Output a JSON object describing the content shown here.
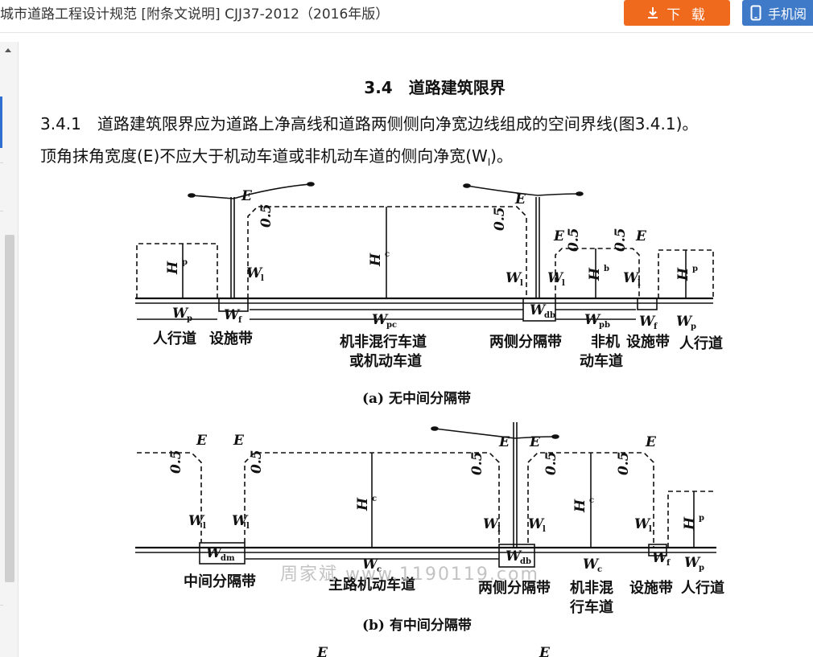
{
  "header": {
    "doc_title": "城市道路工程设计规范 [附条文说明] CJJ37-2012（2016年版）",
    "download_label": "下 载",
    "mobile_label": "手机阅"
  },
  "content": {
    "section_heading": "3.4　道路建筑限界",
    "para1": "3.4.1　道路建筑限界应为道路上净高线和道路两侧侧向净宽边线组成的空间界线(图3.4.1)。",
    "para2_prefix": "顶角抹角宽度(E)不应大于机动车道或非机动车道的侧向净宽(W",
    "para2_sub": "l",
    "para2_suffix": ")。"
  },
  "figure": {
    "caption_a": "(a) 无中间分隔带",
    "caption_b": "(b) 有中间分隔带",
    "labels_a": {
      "sidewalk": "人行道",
      "facility": "设施带",
      "mixed_lane_1": "机非混行车道",
      "mixed_lane_2": "或机动车道",
      "side_divider": "两侧分隔带",
      "nonmotor_1": "非机",
      "nonmotor_2": "动车道",
      "facility_r": "设施带",
      "sidewalk_r": "人行道"
    },
    "labels_b": {
      "median": "中间分隔带",
      "main_lane": "主路机动车道",
      "side_divider": "两侧分隔带",
      "mixed_1": "机非混",
      "mixed_2": "行车道",
      "facility": "设施带",
      "sidewalk": "人行道"
    },
    "symbols": {
      "E": "E",
      "H": "H",
      "W": "W",
      "dim": "0.5",
      "sub_p": "p",
      "sub_c": "c",
      "sub_b": "b",
      "sub_l": "l",
      "sub_f": "f",
      "sub_pc": "pc",
      "sub_db": "db",
      "sub_pb": "pb",
      "sub_dm": "dm"
    },
    "watermark": "周家斌 www.1190119.com"
  },
  "colors": {
    "download": "#f06a1e",
    "mobile": "#3f7ac9"
  }
}
